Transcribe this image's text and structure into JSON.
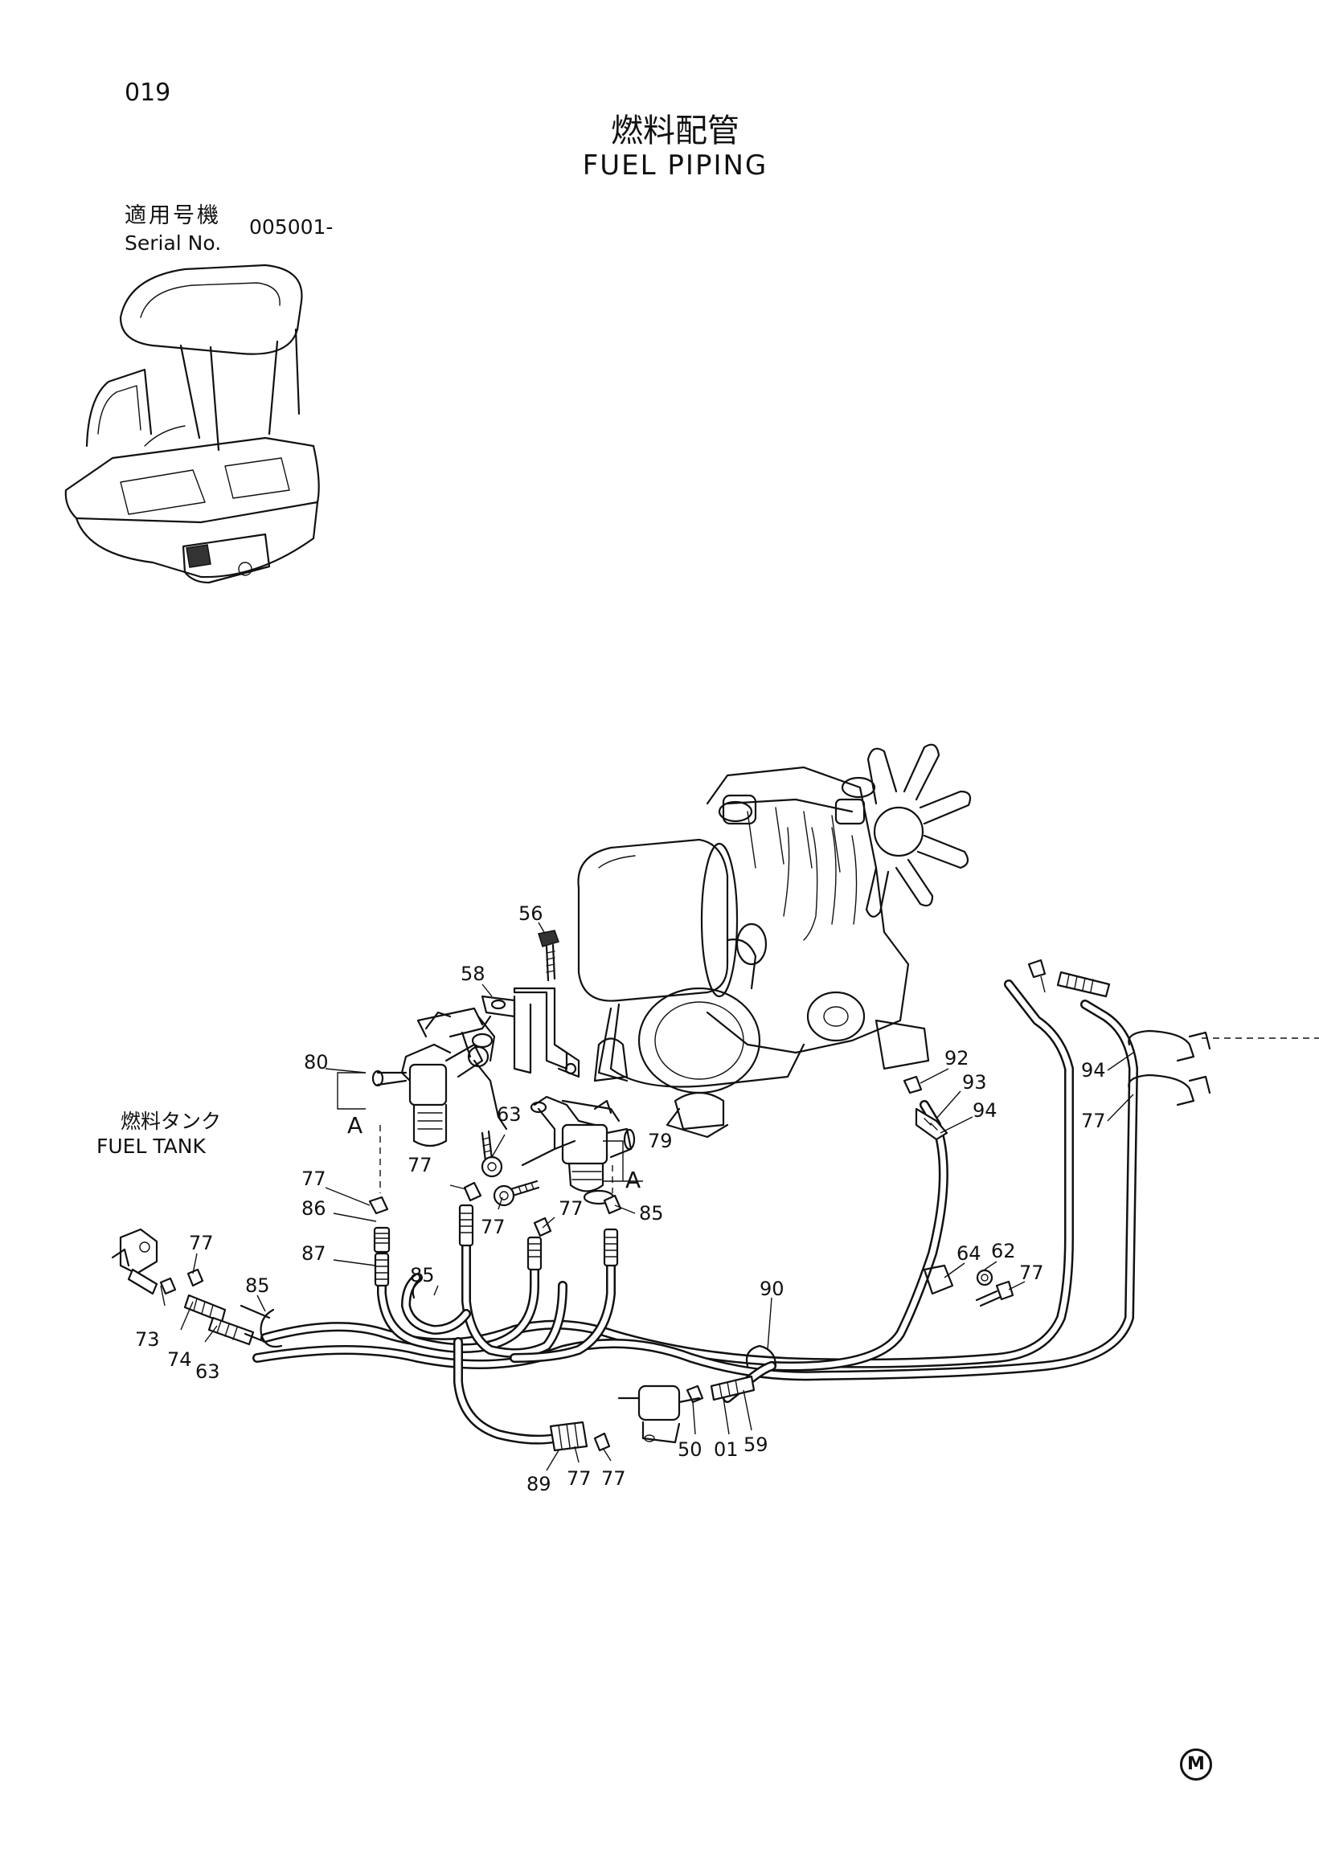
{
  "page": {
    "number": "019",
    "title_jp": "燃料配管",
    "title_en": "FUEL PIPING"
  },
  "applicability": {
    "label_jp": "適用号機",
    "label_en": "Serial No.",
    "serial_from": "005001-"
  },
  "fuel_tank": {
    "label_jp": "燃料タンク",
    "label_en": "FUEL TANK"
  },
  "detail_marker": "A",
  "callouts": [
    "019",
    "56",
    "58",
    "80",
    "A",
    "63",
    "79",
    "A",
    "77",
    "77",
    "86",
    "87",
    "85",
    "77",
    "73",
    "74",
    "63",
    "77",
    "77",
    "85",
    "90",
    "89",
    "77",
    "77",
    "50",
    "01",
    "59",
    "64",
    "62",
    "77",
    "92",
    "93",
    "94",
    "94",
    "77"
  ],
  "corner_mark": "M"
}
